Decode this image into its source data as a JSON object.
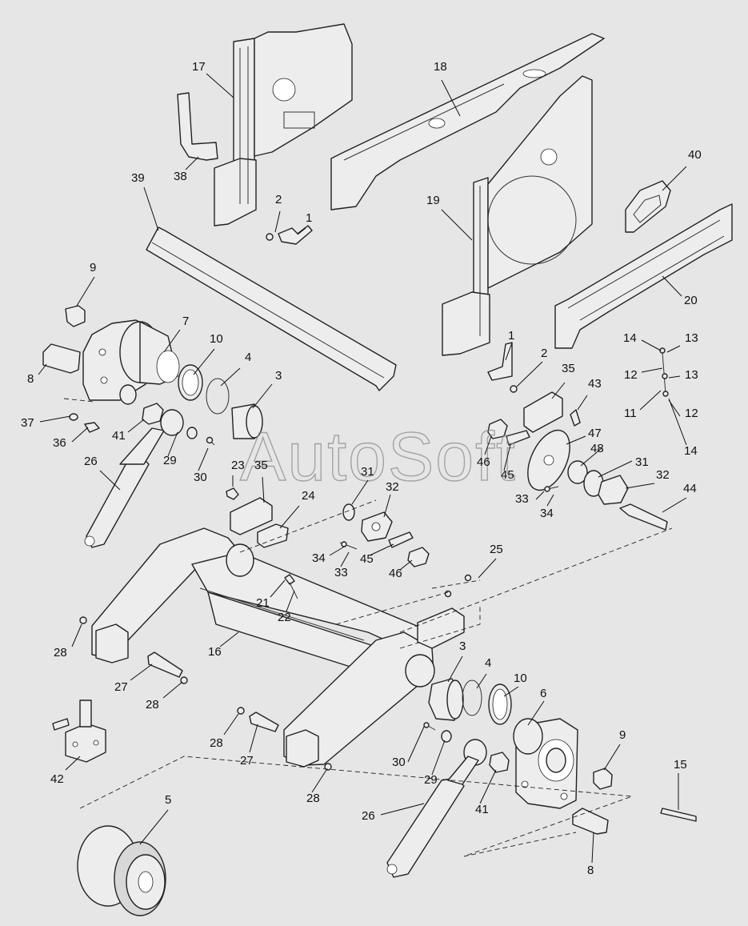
{
  "watermark": "AutoSoft",
  "callouts": [
    {
      "label": "17"
    },
    {
      "label": "18"
    },
    {
      "label": "38"
    },
    {
      "label": "39"
    },
    {
      "label": "2"
    },
    {
      "label": "1"
    },
    {
      "label": "19"
    },
    {
      "label": "40"
    },
    {
      "label": "20"
    },
    {
      "label": "9"
    },
    {
      "label": "7"
    },
    {
      "label": "10"
    },
    {
      "label": "4"
    },
    {
      "label": "3"
    },
    {
      "label": "8"
    },
    {
      "label": "1"
    },
    {
      "label": "2"
    },
    {
      "label": "14"
    },
    {
      "label": "13"
    },
    {
      "label": "12"
    },
    {
      "label": "13"
    },
    {
      "label": "11"
    },
    {
      "label": "12"
    },
    {
      "label": "14"
    },
    {
      "label": "35"
    },
    {
      "label": "43"
    },
    {
      "label": "47"
    },
    {
      "label": "37"
    },
    {
      "label": "36"
    },
    {
      "label": "41"
    },
    {
      "label": "26"
    },
    {
      "label": "29"
    },
    {
      "label": "30"
    },
    {
      "label": "46"
    },
    {
      "label": "45"
    },
    {
      "label": "48"
    },
    {
      "label": "31"
    },
    {
      "label": "32"
    },
    {
      "label": "33"
    },
    {
      "label": "34"
    },
    {
      "label": "44"
    },
    {
      "label": "23"
    },
    {
      "label": "35"
    },
    {
      "label": "31"
    },
    {
      "label": "32"
    },
    {
      "label": "24"
    },
    {
      "label": "34"
    },
    {
      "label": "33"
    },
    {
      "label": "45"
    },
    {
      "label": "46"
    },
    {
      "label": "25"
    },
    {
      "label": "21"
    },
    {
      "label": "22"
    },
    {
      "label": "28"
    },
    {
      "label": "16"
    },
    {
      "label": "3"
    },
    {
      "label": "4"
    },
    {
      "label": "10"
    },
    {
      "label": "6"
    },
    {
      "label": "27"
    },
    {
      "label": "28"
    },
    {
      "label": "28"
    },
    {
      "label": "27"
    },
    {
      "label": "9"
    },
    {
      "label": "42"
    },
    {
      "label": "30"
    },
    {
      "label": "29"
    },
    {
      "label": "15"
    },
    {
      "label": "28"
    },
    {
      "label": "41"
    },
    {
      "label": "5"
    },
    {
      "label": "26"
    },
    {
      "label": "8"
    }
  ]
}
